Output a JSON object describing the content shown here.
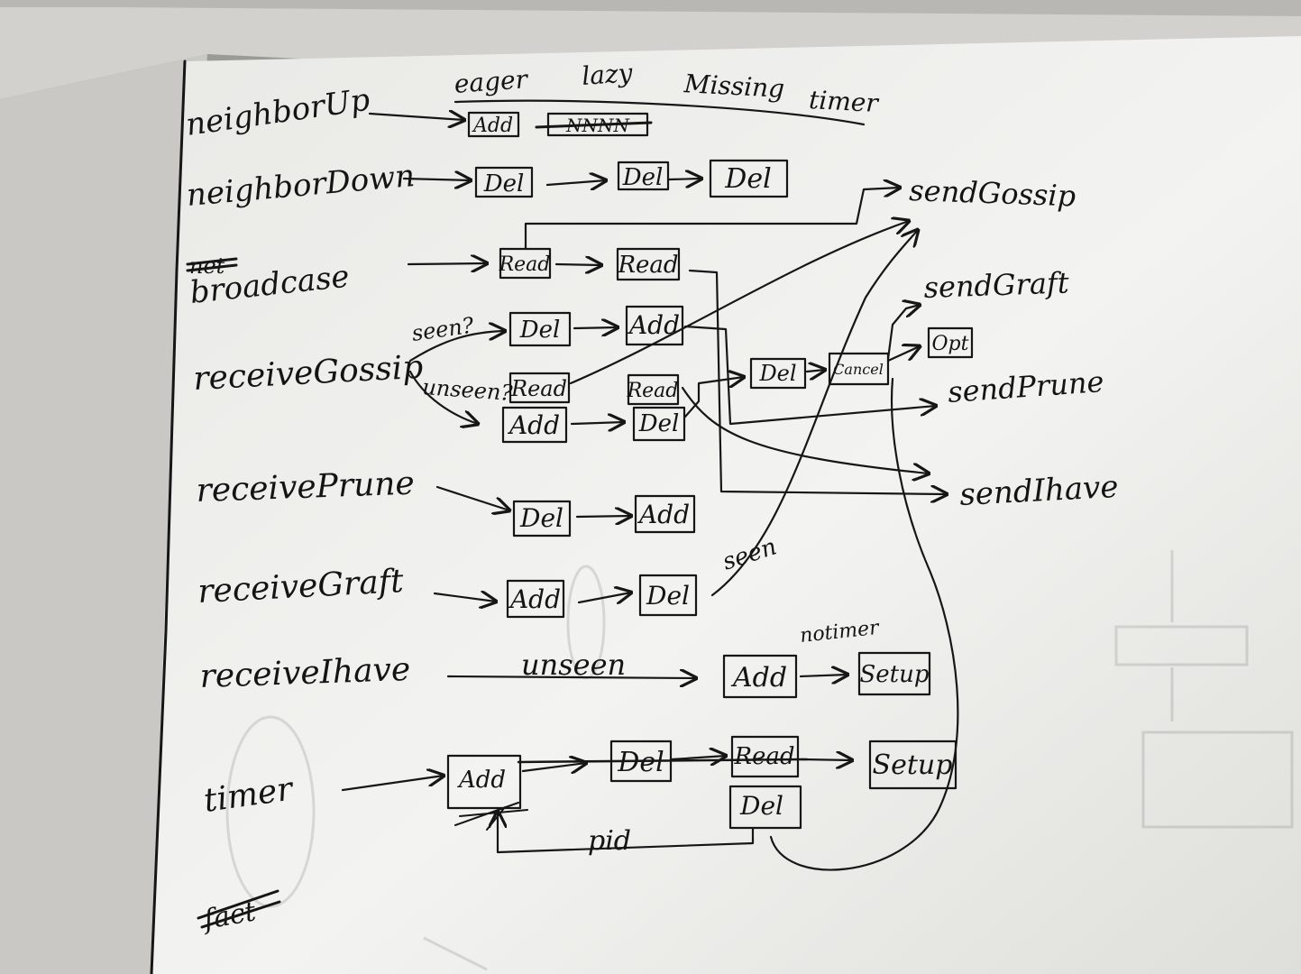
{
  "columns": [
    "eager",
    "lazy",
    "Missing",
    "timer"
  ],
  "events": {
    "neighborUp": "neighborUp",
    "neighborDown": "neighborDown",
    "broadcast_struck": "net",
    "broadcast": "broadcase",
    "receiveGossip": "receiveGossip",
    "receivePrune": "receivePrune",
    "receiveGraft": "receiveGraft",
    "receiveIhave": "receiveIhave",
    "timer": "timer",
    "struck_bottom": "fact"
  },
  "branch_labels": {
    "seen_q": "seen?",
    "unseen_q": "unseen?",
    "unseen": "unseen",
    "seen": "seen",
    "notimer": "notimer",
    "pid": "pid"
  },
  "boxes": {
    "nu_add": "Add",
    "nu_struck": "NNNN",
    "nd_del1": "Del",
    "nd_del2": "Del",
    "nd_del3": "Del",
    "bc_read1": "Read",
    "bc_read2": "Read",
    "rg_seen_del": "Del",
    "rg_seen_add": "Add",
    "rg_unseen_read": "Read",
    "rg_unseen_add": "Add",
    "rg_read2": "Read",
    "rg_del2": "Del",
    "rg_del3": "Del",
    "rg_cancel": "Cancel",
    "opt": "Opt",
    "rp_del": "Del",
    "rp_add": "Add",
    "rgr_add": "Add",
    "rgr_del": "Del",
    "ri_add": "Add",
    "ri_setup": "Setup",
    "t_add": "Add",
    "t_del": "Del",
    "t_read": "Read",
    "t_del2": "Del",
    "t_setup": "Setup"
  },
  "outputs": {
    "sendGossip": "sendGossip",
    "sendGraft": "sendGraft",
    "sendPrune": "sendPrune",
    "sendIhave": "sendIhave"
  }
}
